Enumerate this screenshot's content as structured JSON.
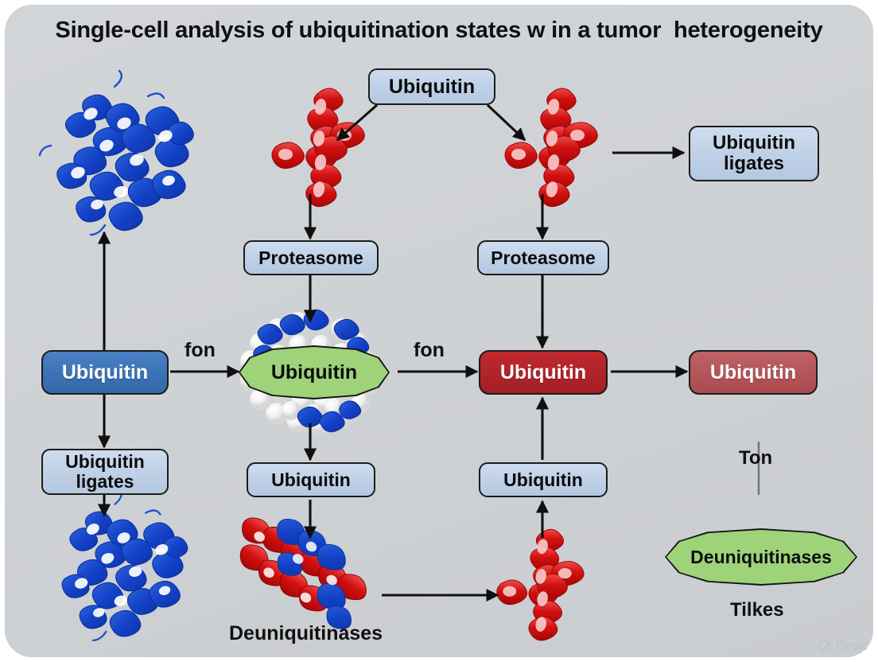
{
  "title": "Single-cell analysis of ubiquitination states w in a tumor  heterogeneity",
  "colors": {
    "panel_bg": "#cfd2d5",
    "light_blue_node": "#bed0e6",
    "strong_blue_node": "#3a72b6",
    "strong_red_node": "#b0232a",
    "muted_red_node": "#b35458",
    "green_node": "#9ed37a",
    "arrow": "#111111",
    "divider": "#6f7478",
    "watermark": "#c2c5c8"
  },
  "nodes": {
    "top_ubiquitin": "Ubiquitin",
    "ubiquitin_ligates_right": "Ubiquitin\nligates",
    "proteasome_mid": "Proteasome",
    "proteasome_right": "Proteasome",
    "ubiquitin_left": "Ubiquitin",
    "ubiquitin_center_green": "Ubiquitin",
    "ubiquitin_red": "Ubiquitin",
    "ubiquitin_red_muted": "Ubiquitin",
    "ubiquitin_ligates_left": "Ubiquitin\nligates",
    "ubiquitin_bottom_mid": "Ubiquitin",
    "ubiquitin_bottom_right": "Ubiquitin",
    "deuniquitinases_legend": "Deuniquitinases"
  },
  "edge_labels": {
    "fon_left": "fon",
    "fon_right": "fon"
  },
  "free_labels": {
    "deuniquitinases_caption": "Deuniquitinases",
    "ton": "Ton",
    "tilkes": "Tilkes"
  },
  "graphics": {
    "blue_ribbon_top": "blue-protein-ribbon",
    "blue_ribbon_bottom": "blue-protein-ribbon",
    "red_helix_top_left": "red-protein-helix",
    "red_helix_top_right": "red-protein-helix",
    "red_helix_bottom": "red-protein-helix",
    "red_blue_ribbon": "red-blue-protein-ribbon",
    "sphere_cluster": "proteasome-sphere-cluster"
  },
  "watermark": {
    "label": "Grok",
    "icon": "grok-logo-icon"
  }
}
